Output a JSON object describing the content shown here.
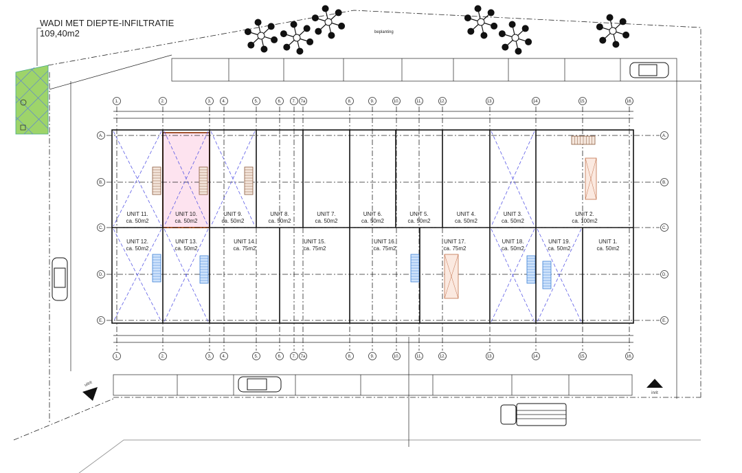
{
  "wadi": {
    "title": "WADI MET DIEPTE-INFILTRATIE",
    "area": "109,40m2",
    "fill_color": "#9ed46a"
  },
  "labels": {
    "planting": "beplanting",
    "exit": "uitrit",
    "entrance": "inrit"
  },
  "grid": {
    "columns": [
      "1.",
      "2.",
      "3.",
      "4.",
      "5.",
      "6.",
      "7.",
      "7a",
      "8.",
      "9.",
      "10.",
      "11.",
      "12.",
      "13.",
      "14.",
      "15.",
      "16."
    ],
    "rows": [
      "A.",
      "B.",
      "C.",
      "D.",
      "E."
    ]
  },
  "units_top": [
    {
      "name": "UNIT 11.",
      "area": "ca. 50m2"
    },
    {
      "name": "UNIT 10.",
      "area": "ca. 50m2"
    },
    {
      "name": "UNIT 9.",
      "area": "ca. 50m2"
    },
    {
      "name": "UNIT 8.",
      "area": "ca. 50m2"
    },
    {
      "name": "UNIT 7.",
      "area": "ca. 50m2"
    },
    {
      "name": "UNIT 6.",
      "area": "ca. 50m2"
    },
    {
      "name": "UNIT 5.",
      "area": "ca. 50m2"
    },
    {
      "name": "UNIT 4.",
      "area": "ca. 50m2"
    },
    {
      "name": "UNIT 3.",
      "area": "ca. 50m2"
    },
    {
      "name": "UNIT 2.",
      "area": "ca. 100m2"
    }
  ],
  "units_bottom": [
    {
      "name": "UNIT 12.",
      "area": "ca. 50m2"
    },
    {
      "name": "UNIT 13.",
      "area": "ca. 50m2"
    },
    {
      "name": "UNIT 14.",
      "area": "ca. 75m2"
    },
    {
      "name": "UNIT 15.",
      "area": "ca. 75m2"
    },
    {
      "name": "UNIT 16.",
      "area": "ca. 75m2"
    },
    {
      "name": "UNIT 17.",
      "area": "ca. 75m2"
    },
    {
      "name": "UNIT 18.",
      "area": "ca. 50m2"
    },
    {
      "name": "UNIT 19.",
      "area": "ca. 50m2"
    },
    {
      "name": "UNIT 1.",
      "area": "ca. 50m2"
    }
  ],
  "colors": {
    "highlight_unit": "#a0522d",
    "highlight_fill": "#fde3ef",
    "stair_blue": "#3b7fd6",
    "diagonal_blue": "#5a5ae6"
  }
}
